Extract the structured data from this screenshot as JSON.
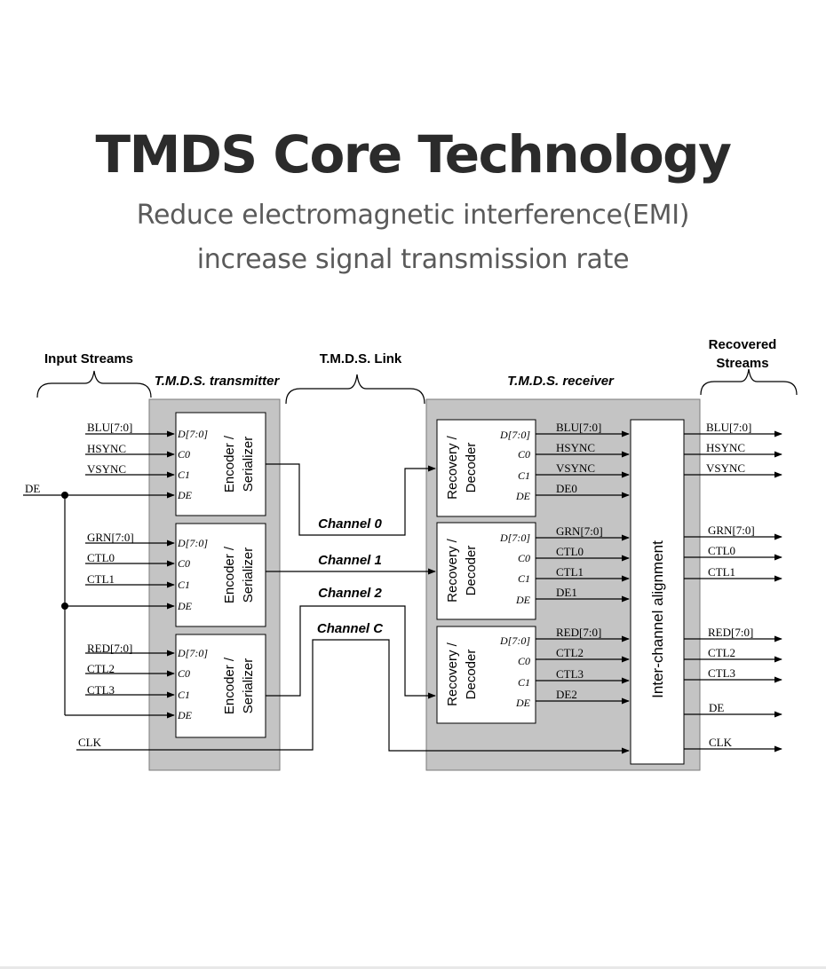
{
  "header": {
    "title": "TMDS Core Technology",
    "subtitle_line1": "Reduce electromagnetic interference(EMI)",
    "subtitle_line2": "increase signal transmission rate"
  },
  "diagram": {
    "labels": {
      "input_streams": "Input Streams",
      "tmds_link": "T.M.D.S. Link",
      "recovered_line1": "Recovered",
      "recovered_line2": "Streams",
      "transmitter": "T.M.D.S. transmitter",
      "receiver": "T.M.D.S. receiver",
      "alignment": "Inter-channel alignment"
    },
    "encoder_title": [
      "Encoder /",
      "Serializer"
    ],
    "decoder_title": [
      "Recovery /",
      "Decoder"
    ],
    "encoder_ports": [
      "D[7:0]",
      "C0",
      "C1",
      "DE"
    ],
    "decoder_ports": [
      "D[7:0]",
      "C0",
      "C1",
      "DE"
    ],
    "de_input": "DE",
    "clk_input": "CLK",
    "inputs": [
      [
        "BLU[7:0]",
        "HSYNC",
        "VSYNC"
      ],
      [
        "GRN[7:0]",
        "CTL0",
        "CTL1"
      ],
      [
        "RED[7:0]",
        "CTL2",
        "CTL3"
      ]
    ],
    "channels": [
      "Channel 0",
      "Channel 1",
      "Channel 2",
      "Channel C"
    ],
    "decoder_outputs": [
      [
        "BLU[7:0]",
        "HSYNC",
        "VSYNC",
        "DE0"
      ],
      [
        "GRN[7:0]",
        "CTL0",
        "CTL1",
        "DE1"
      ],
      [
        "RED[7:0]",
        "CTL2",
        "CTL3",
        "DE2"
      ]
    ],
    "recovered_outputs": [
      [
        "BLU[7:0]",
        "HSYNC",
        "VSYNC"
      ],
      [
        "GRN[7:0]",
        "CTL0",
        "CTL1"
      ],
      [
        "RED[7:0]",
        "CTL2",
        "CTL3"
      ]
    ],
    "de_output": "DE",
    "clk_output": "CLK",
    "colors": {
      "panel": "#c4c4c4",
      "line": "#000000"
    }
  }
}
